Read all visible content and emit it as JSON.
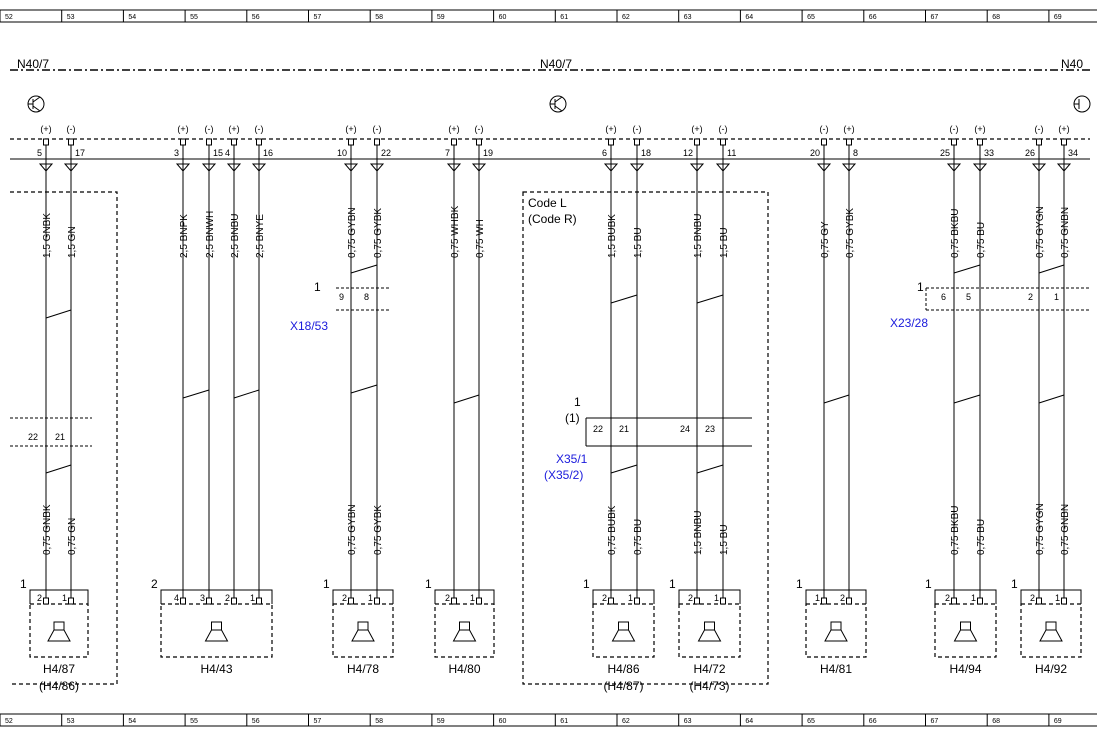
{
  "ruler": [
    "52",
    "53",
    "54",
    "55",
    "56",
    "57",
    "58",
    "59",
    "60",
    "61",
    "62",
    "63",
    "64",
    "65",
    "66",
    "67",
    "68",
    "69"
  ],
  "control_units": [
    "N40/7",
    "N40/7",
    "N40"
  ],
  "pin_polarity": {
    "plus": "(+)",
    "minus": "(-)"
  },
  "top_pins": [
    "5",
    "17",
    "3",
    "15",
    "4",
    "16",
    "10",
    "22",
    "7",
    "19",
    "6",
    "18",
    "12",
    "11",
    "20",
    "8",
    "25",
    "33",
    "26",
    "34"
  ],
  "wires_top": [
    "1,5 GNBK",
    "1,5 GN",
    "2,5 BNPK",
    "2,5 BNWH",
    "2,5 BNBU",
    "2,5 BNYE",
    "0,75 GYBN",
    "0,75 GYBK",
    "0,75 WHBK",
    "0,75 WH",
    "1,5 BUBK",
    "1,5 BU",
    "1,5 BNBU",
    "1,5 BU",
    "0,75 GY",
    "0,75 GYBK",
    "0,75 BKBU",
    "0,75 BU",
    "0,75 GYGN",
    "0,75 GNBN"
  ],
  "wires_bottom": [
    "0,75 GNBK",
    "0,75 GN",
    "0,75 GYBN",
    "0,75 GYBK",
    "0,75 BUBK",
    "0,75 BU",
    "1,5 BNBU",
    "1,5 BU",
    "0,75 BKBU",
    "0,75 BU",
    "0,75 GYGN",
    "0,75 GNBN"
  ],
  "code_box": {
    "line1": "Code L",
    "line2": "(Code R)"
  },
  "connectors": {
    "x18": {
      "name": "X18/53",
      "num": "1",
      "pins": [
        "9",
        "8"
      ]
    },
    "x23": {
      "name": "X23/28",
      "num": "1",
      "pins": [
        "6",
        "5",
        "2",
        "1"
      ]
    },
    "x35": {
      "name": "X35/1",
      "alt": "(X35/2)",
      "num": "1",
      "alt_num": "(1)",
      "pins": [
        "22",
        "21",
        "24",
        "23"
      ]
    },
    "left": {
      "pins": [
        "22",
        "21"
      ]
    }
  },
  "speaker_pin_groups": [
    [
      "2",
      "1"
    ],
    [
      "4",
      "3",
      "2",
      "1"
    ],
    [
      "2",
      "1"
    ],
    [
      "2",
      "1"
    ],
    [
      "2",
      "1"
    ],
    [
      "2",
      "1"
    ],
    [
      "1",
      "2"
    ],
    [
      "2",
      "1"
    ],
    [
      "2",
      "1"
    ]
  ],
  "speaker_numbers": [
    "1",
    "2",
    "1",
    "1",
    "1",
    "1",
    "1",
    "1",
    "1"
  ],
  "speakers": [
    {
      "name": "H4/87",
      "alt": "(H4/86)"
    },
    {
      "name": "H4/43",
      "alt": ""
    },
    {
      "name": "H4/78",
      "alt": ""
    },
    {
      "name": "H4/80",
      "alt": ""
    },
    {
      "name": "H4/86",
      "alt": "(H4/87)"
    },
    {
      "name": "H4/72",
      "alt": "(H4/73)"
    },
    {
      "name": "H4/81",
      "alt": ""
    },
    {
      "name": "H4/94",
      "alt": ""
    },
    {
      "name": "H4/92",
      "alt": ""
    }
  ]
}
